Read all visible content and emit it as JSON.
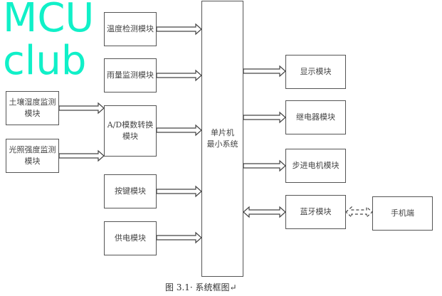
{
  "watermark": "MCUclub",
  "modules": {
    "temperature": "温度检测模块",
    "rainfall": "雨量监测模块",
    "soil": "土壤湿度监测模块",
    "light": "光照强度监测模块",
    "adc": "A/D模数转换模块",
    "keys": "按键模块",
    "power": "供电模块",
    "mcu": "单片机\n最小系统",
    "display": "显示模块",
    "relay": "继电器模块",
    "stepper": "步进电机模块",
    "bluetooth": "蓝牙模块",
    "phone": "手机端"
  },
  "caption": "图 3.1· 系统框图↵"
}
